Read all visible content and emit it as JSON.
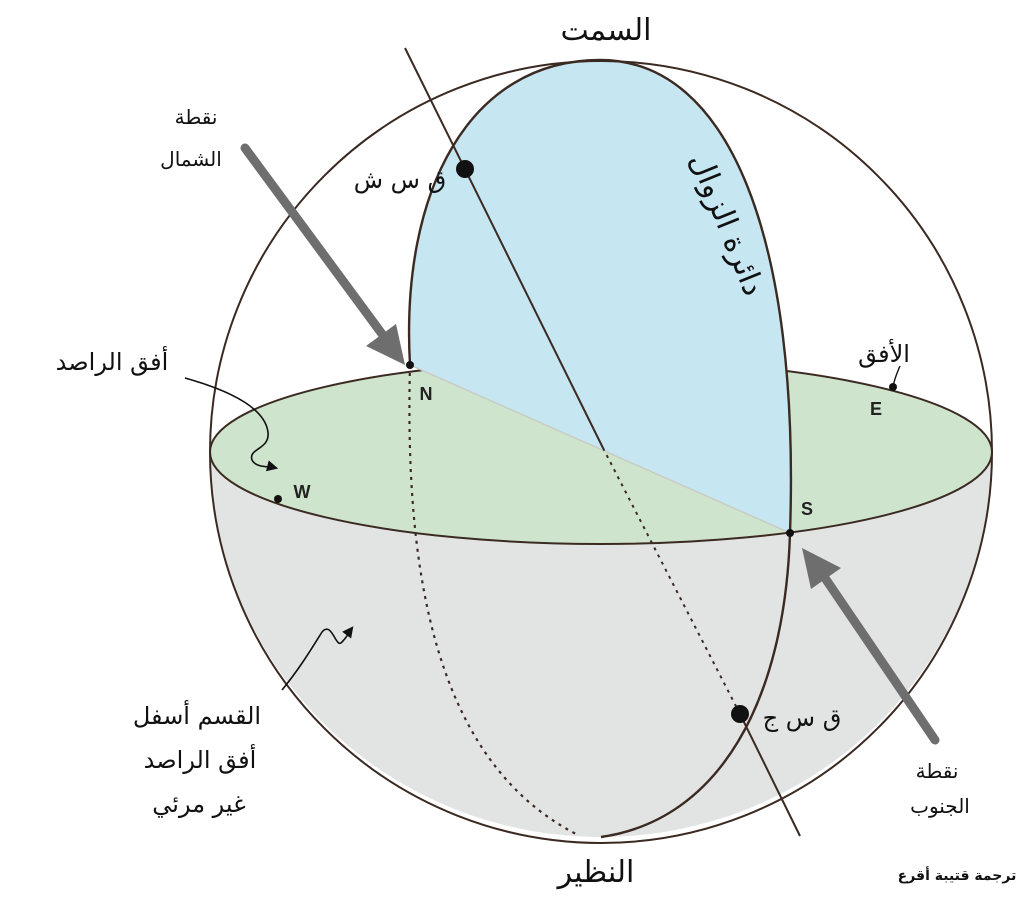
{
  "colors": {
    "meridian_fill": "#c6e6f2",
    "horizon_fill": "#cfe4cd",
    "lower_fill": "#e2e3e3",
    "outline": "#3b2a22",
    "arrow": "#6e6e6e"
  },
  "labels": {
    "zenith": "السمت",
    "nadir": "النظير",
    "north_point_line1": "نقطة",
    "north_point_line2": "الشمال",
    "south_point_line1": "نقطة",
    "south_point_line2": "الجنوب",
    "ncp": "ق س ش",
    "scp": "ق س ج",
    "meridian": "دائرة الزوال",
    "horizon": "الأفق",
    "observer_horizon": "أفق الراصد",
    "invisible_line1": "القسم أسفل",
    "invisible_line2": "أفق الراصد",
    "invisible_line3": "غير مرئي",
    "credit": "ترجمة قتيبة أقرع"
  },
  "directions": {
    "north": "N",
    "south": "S",
    "east": "E",
    "west": "W"
  }
}
